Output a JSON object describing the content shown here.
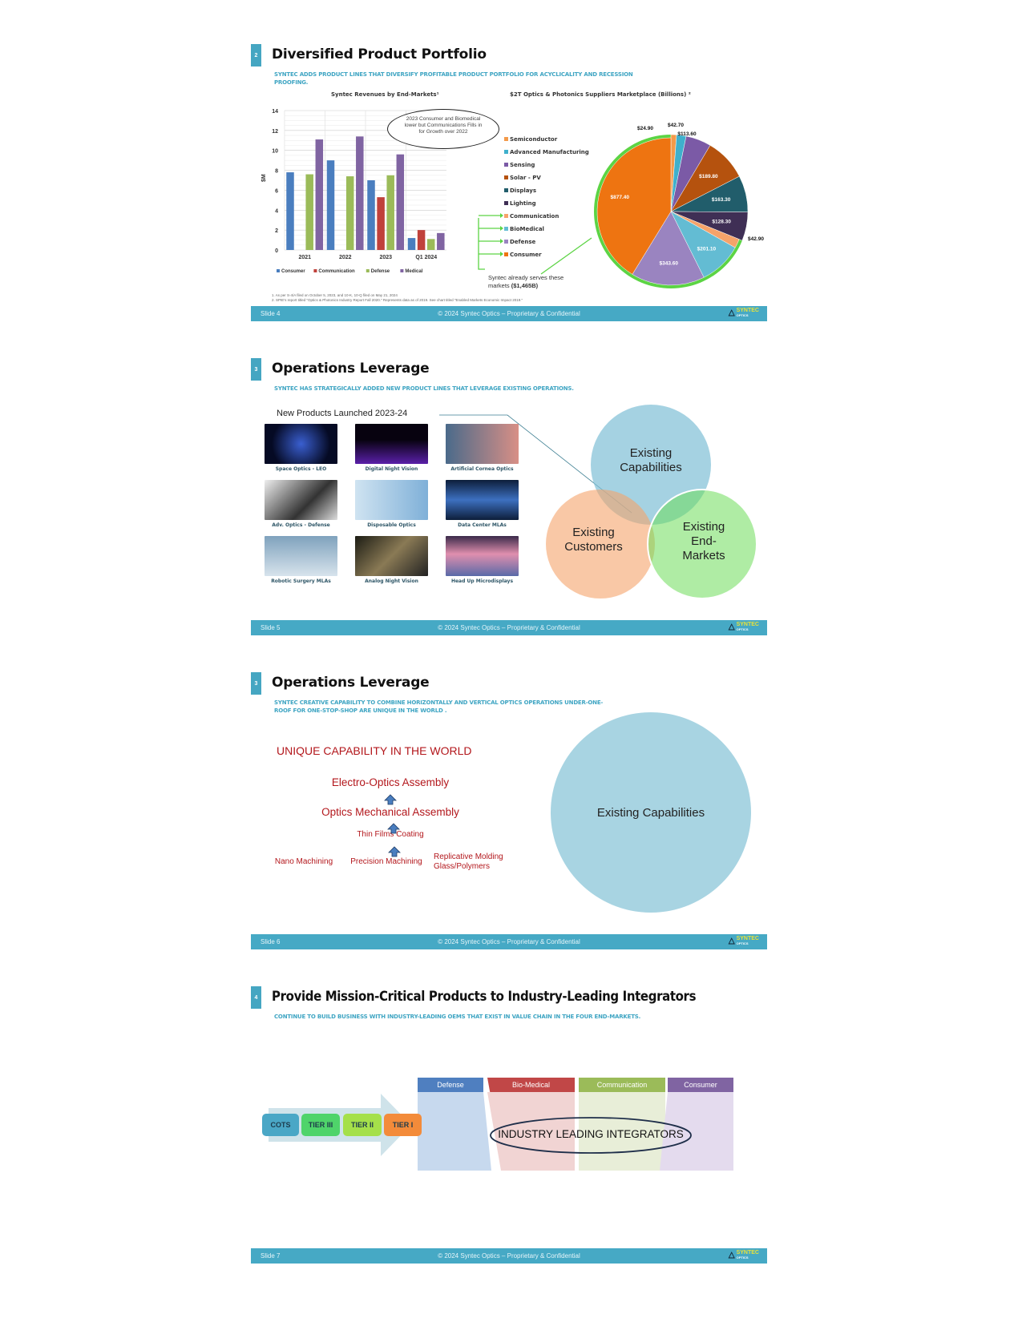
{
  "footer": {
    "copyright": "© 2024 Syntec Optics – Proprietary & Confidential",
    "logo": "SYNTEC",
    "logo_sub": "OPTICS"
  },
  "slides": [
    {
      "number": "2",
      "title": "Diversified Product Portfolio",
      "subtitle": "SYNTEC ADDS PRODUCT LINES THAT DIVERSIFY PROFITABLE PRODUCT PORTFOLIO FOR ACYCLICALITY AND RECESSION PROOFING.",
      "callout": "2023 Consumer and Biomedical lower but Communications Fills in for Growth over 2022",
      "serves_note": "Syntec already serves these markets",
      "serves_amount": "($1,465B)",
      "footnotes": [
        "1. As per S-4/A filed on October 5, 2023, and 10-K, 10-Q filed on May 21, 2024",
        "2. SPIE's report titled \"Optics & Photonics Industry Report Fall 2020.\" Represents data as of 2019. See chart titled \"Enabled Markets Economic Impact 2019.\""
      ],
      "slide_label": "Slide 4"
    },
    {
      "number": "3",
      "title": "Operations Leverage",
      "subtitle": "SYNTEC HAS STRATEGICALLY ADDED NEW PRODUCT LINES THAT LEVERAGE EXISTING OPERATIONS.",
      "products_heading": "New Products Launched 2023-24",
      "products": [
        "Space Optics - LEO",
        "Digital Night Vision",
        "Artificial Cornea Optics",
        "Adv. Optics - Defense",
        "Disposable Optics",
        "Data Center MLAs",
        "Robotic Surgery MLAs",
        "Analog Night Vision",
        "Head Up Microdisplays"
      ],
      "venn": [
        "Existing Capabilities",
        "Existing Customers",
        "Existing End-Markets"
      ],
      "slide_label": "Slide 5"
    },
    {
      "number": "3",
      "title": "Operations Leverage",
      "subtitle": "SYNTEC CREATIVE CAPABILITY TO COMBINE HORIZONTALLY AND VERTICAL OPTICS OPERATIONS UNDER-ONE-ROOF FOR ONE-STOP-SHOP ARE UNIQUE IN THE WORLD .",
      "heading": "UNIQUE CAPABILITY IN THE WORLD",
      "levels": [
        "Electro-Optics Assembly",
        "Optics Mechanical Assembly",
        "Thin Films Coating"
      ],
      "base": [
        "Nano Machining",
        "Precision Machining",
        "Replicative Molding Glass/Polymers"
      ],
      "circle": "Existing Capabilities",
      "slide_label": "Slide 6"
    },
    {
      "number": "4",
      "title": "Provide Mission-Critical Products to Industry-Leading Integrators",
      "subtitle": "CONTINUE TO BUILD BUSINESS WITH INDUSTRY-LEADING OEMS THAT EXIST IN VALUE CHAIN IN THE FOUR END-MARKETS.",
      "tiers": [
        "COTS",
        "TIER III",
        "TIER II",
        "TIER I"
      ],
      "markets": [
        "Defense",
        "Bio-Medical",
        "Communication",
        "Consumer"
      ],
      "integrators": "INDUSTRY LEADING INTEGRATORS",
      "slide_label": "Slide 7"
    }
  ],
  "chart_data": [
    {
      "type": "bar",
      "title": "Syntec Revenues by End-Markets¹",
      "ylabel": "$M",
      "xlabel": "",
      "ylim": [
        0,
        14
      ],
      "yticks": [
        "0",
        "2",
        "4",
        "6",
        "8",
        "10",
        "12",
        "14"
      ],
      "categories": [
        "2021",
        "2022",
        "2023",
        "Q1 2024"
      ],
      "series": [
        {
          "name": "Consumer",
          "color": "#4a7ebf",
          "values": [
            7.8,
            9.0,
            7.0,
            1.2
          ]
        },
        {
          "name": "Communication",
          "color": "#c0413b",
          "values": [
            0,
            0,
            5.3,
            2.0
          ]
        },
        {
          "name": "Defense",
          "color": "#9bbb59",
          "values": [
            7.6,
            7.4,
            7.5,
            1.1
          ]
        },
        {
          "name": "Medical",
          "color": "#8064a2",
          "values": [
            11.1,
            11.4,
            9.6,
            1.7
          ]
        }
      ],
      "grid": true,
      "legend": "bottom"
    },
    {
      "type": "pie",
      "title": "$2T Optics & Photonics Suppliers Marketplace (Billions) ²",
      "slices": [
        {
          "label": "Semiconductor",
          "value": 24.9,
          "text": "$24.90",
          "color": "#f39a4a"
        },
        {
          "label": "Advanced Manufacturing",
          "value": 42.7,
          "text": "$42.70",
          "color": "#3fb0cc"
        },
        {
          "label": "Sensing",
          "value": 113.6,
          "text": "$113.60",
          "color": "#7b5aa6"
        },
        {
          "label": "Solar - PV",
          "value": 189.8,
          "text": "$189.80",
          "color": "#b5520e"
        },
        {
          "label": "Displays",
          "value": 163.3,
          "text": "$163.30",
          "color": "#215d6b"
        },
        {
          "label": "Lighting",
          "value": 128.3,
          "text": "$128.30",
          "color": "#3f2f55"
        },
        {
          "label": "Communication",
          "value": 42.9,
          "text": "$42.90",
          "color": "#f6a36a"
        },
        {
          "label": "BioMedical",
          "value": 201.1,
          "text": "$201.10",
          "color": "#63bcd3"
        },
        {
          "label": "Defense",
          "value": 343.6,
          "text": "$343.60",
          "color": "#9a84c0"
        },
        {
          "label": "Consumer",
          "value": 877.4,
          "text": "$877.40",
          "color": "#ee7411"
        }
      ],
      "highlight_color": "#5cd444",
      "legend": "left"
    }
  ]
}
